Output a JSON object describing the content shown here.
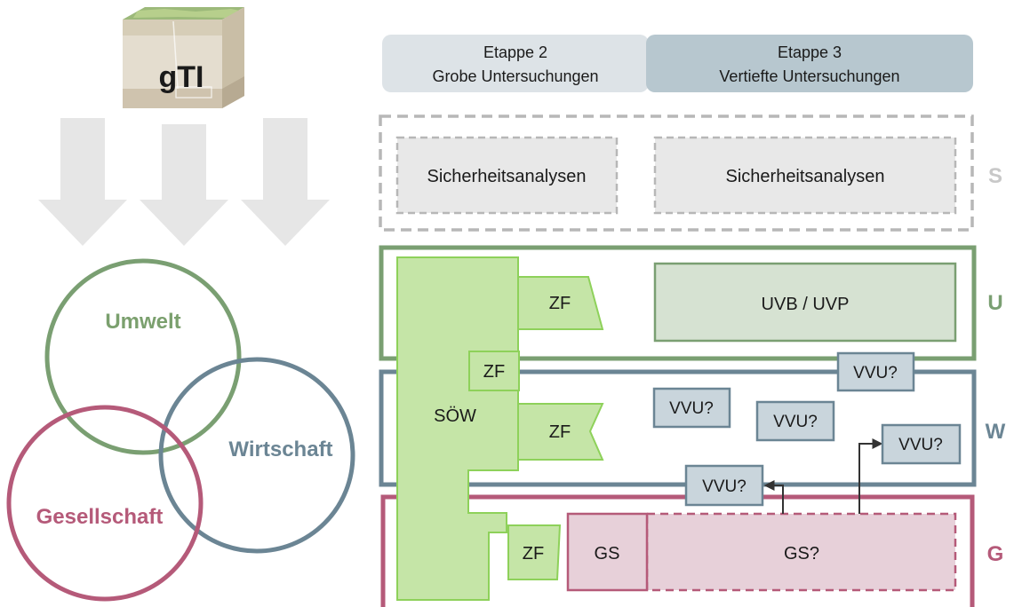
{
  "logo": {
    "text": "gTI"
  },
  "circles": {
    "umwelt": "Umwelt",
    "wirtschaft": "Wirtschaft",
    "gesellschaft": "Gesellschaft"
  },
  "headers": {
    "etappe2": {
      "line1": "Etappe 2",
      "line2": "Grobe Untersuchungen"
    },
    "etappe3": {
      "line1": "Etappe 3",
      "line2": "Vertiefte Untersuchungen"
    }
  },
  "rows": {
    "s": "S",
    "u": "U",
    "w": "W",
    "g": "G"
  },
  "boxes": {
    "sicherheit_2": "Sicherheitsanalysen",
    "sicherheit_3": "Sicherheitsanalysen",
    "uvb_uvp": "UVB / UVP",
    "soew": "SÖW",
    "zf_u": "ZF",
    "zf_mid": "ZF",
    "zf_w": "ZF",
    "zf_g": "ZF",
    "gs": "GS",
    "gs_q": "GS?",
    "vvu_border_uw": "VVU?",
    "vvu_w_left": "VVU?",
    "vvu_w_mid": "VVU?",
    "vvu_w_right": "VVU?",
    "vvu_border_wg": "VVU?"
  },
  "colors": {
    "green_dark": "#7a9f72",
    "green_fill": "#c5e5a7",
    "green_stroke": "#8ed15a",
    "green_text": "#7ba06e",
    "blue_grey": "#6b8594",
    "blue_fill": "#c9d5dc",
    "rose": "#b55a79",
    "rose_fill": "#e7d0d9",
    "grey_dash": "#b7b7b7",
    "grey_fill": "#e8e8e8",
    "header2": "#dde3e7",
    "header3": "#b7c7cf"
  }
}
